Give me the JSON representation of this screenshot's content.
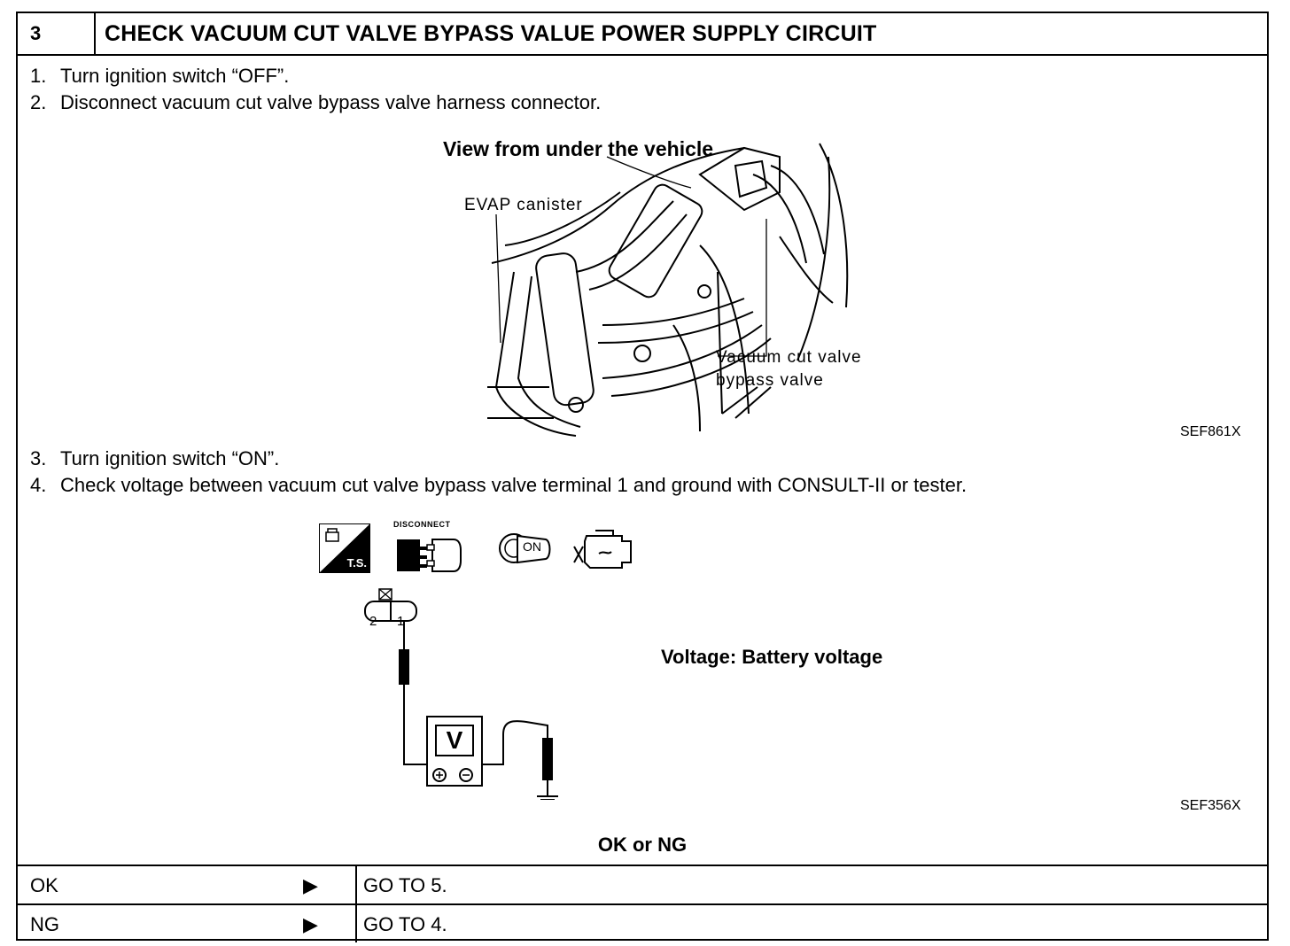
{
  "header": {
    "step": "3",
    "title": "CHECK VACUUM CUT VALVE BYPASS VALUE POWER SUPPLY CIRCUIT"
  },
  "steps": [
    {
      "num": "1.",
      "text": "Turn ignition switch “OFF”."
    },
    {
      "num": "2.",
      "text": "Disconnect vacuum cut valve bypass valve harness connector."
    },
    {
      "num": "3.",
      "text": "Turn ignition switch “ON”."
    },
    {
      "num": "4.",
      "text": "Check voltage between vacuum cut valve bypass valve terminal 1 and ground with CONSULT-II or tester."
    }
  ],
  "figure1": {
    "title": "View from under the vehicle",
    "label_canister": "EVAP canister",
    "label_valve_1": "Vacuum cut valve",
    "label_valve_2": "bypass valve",
    "ref": "SEF861X"
  },
  "figure2": {
    "icon_ts": "T.S.",
    "icon_disconnect": "DISCONNECT",
    "icon_on": "ON",
    "pin_2": "2",
    "pin_1": "1",
    "meter": "V",
    "spec": "Voltage: Battery voltage",
    "ref": "SEF356X"
  },
  "decision": {
    "question": "OK or NG",
    "rows": [
      {
        "cond": "OK",
        "arrow": "▶",
        "action": "GO TO 5."
      },
      {
        "cond": "NG",
        "arrow": "▶",
        "action": "GO TO 4."
      }
    ]
  }
}
